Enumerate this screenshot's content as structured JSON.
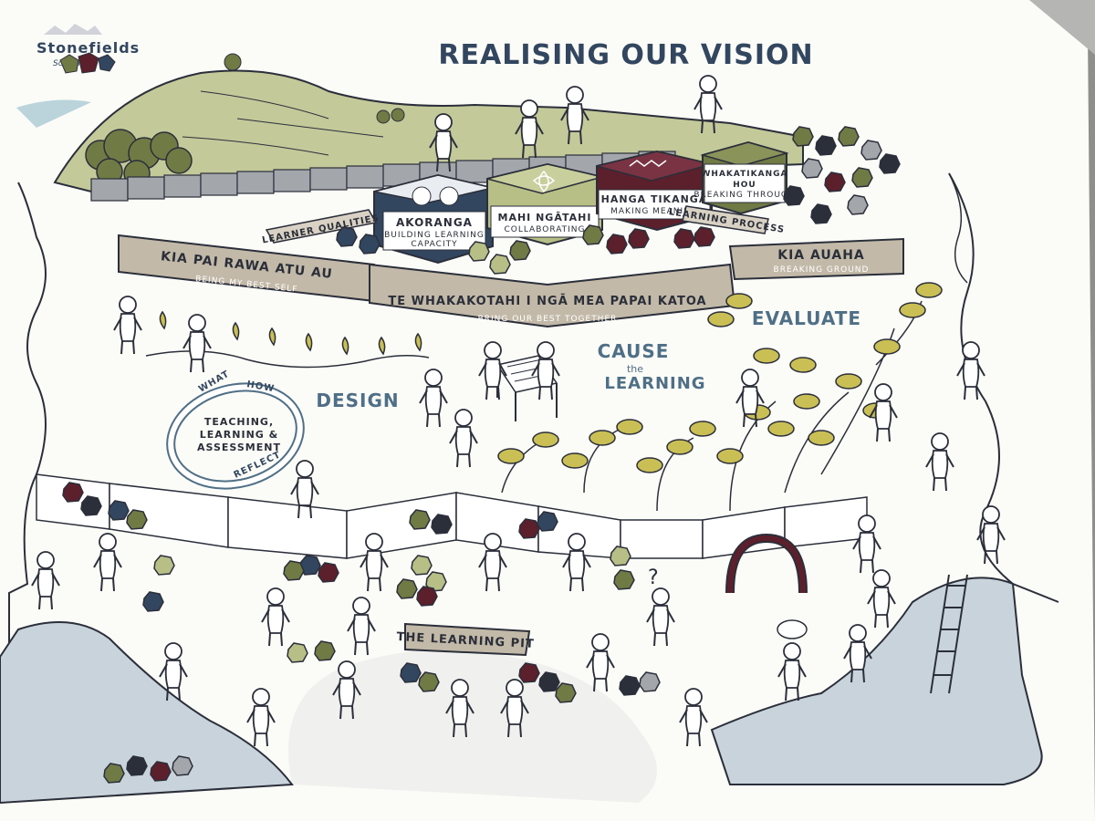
{
  "logo": {
    "name": "Stonefields",
    "tag": "School"
  },
  "title": "REALISING OUR VISION",
  "colors": {
    "paper": "#fbfbf8",
    "desk": "#8e8e8c",
    "ink": "#2b2f3a",
    "navy": "#33465f",
    "sage": "#b7bf86",
    "olive": "#6f7a45",
    "maroon": "#5c1f2c",
    "gold": "#c9bf55",
    "grey": "#9a9da2",
    "teal": "#4f6f86",
    "tan": "#c3b9a8"
  },
  "steps": [
    {
      "title": "AKORANGA",
      "sub1": "BUILDING LEARNING",
      "sub2": "CAPACITY"
    },
    {
      "title": "MAHI NGĀTAHI",
      "sub1": "COLLABORATING",
      "sub2": ""
    },
    {
      "title": "HANGA TIKANGA",
      "sub1": "MAKING MEANING",
      "sub2": ""
    },
    {
      "title1": "WHAKATIKANGA",
      "title2": "HOU",
      "sub1": "BREAKING THROUGH"
    }
  ],
  "labels": {
    "learner_qualities": "LEARNER QUALITIES",
    "learning_process": "LEARNING PROCESS",
    "kia_pai": "KIA PAI RAWA ATU AU",
    "being_best": "BEING MY BEST SELF",
    "te_whakakotahi": "TE WHAKAKOTAHI I NGĀ MEA PAPAI KATOA",
    "bring_best": "BRING OUR BEST TOGETHER",
    "kia_auaha": "KIA AUAHA",
    "breaking_ground": "BREAKING GROUND",
    "design": "DESIGN",
    "cause": "CAUSE",
    "the": "the",
    "learning": "LEARNING",
    "evaluate": "EVALUATE",
    "what": "WHAT",
    "how": "HOW",
    "reflect": "REFLECT",
    "cycle_line1": "TEACHING,",
    "cycle_line2": "LEARNING &",
    "cycle_line3": "ASSESSMENT",
    "learning_pit": "THE LEARNING PIT"
  }
}
